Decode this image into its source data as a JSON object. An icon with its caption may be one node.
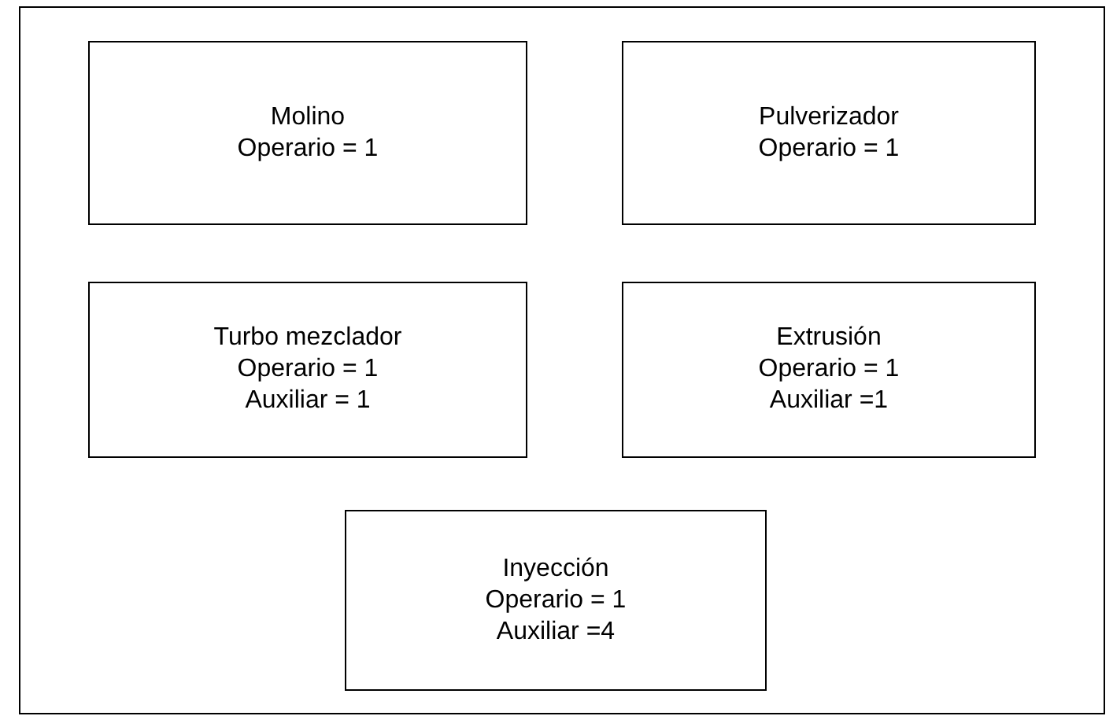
{
  "diagram": {
    "nodes": [
      {
        "text": [],
        "shape": "box"
      },
      {
        "text": [
          "Molino",
          "Operario = 1"
        ],
        "in": 0
      },
      {
        "text": [
          "Pulverizador",
          "Operario = 1"
        ],
        "in": 0
      },
      {
        "text": [
          "Turbo mezclador",
          "Operario = 1",
          "Auxiliar = 1"
        ],
        "in": 0
      },
      {
        "text": [
          "Extrusión",
          "Operario = 1",
          "Auxiliar =1"
        ],
        "in": 0
      },
      {
        "text": [
          "Inyección",
          "Operario = 1",
          "Auxiliar =4"
        ],
        "in": 0
      }
    ]
  }
}
